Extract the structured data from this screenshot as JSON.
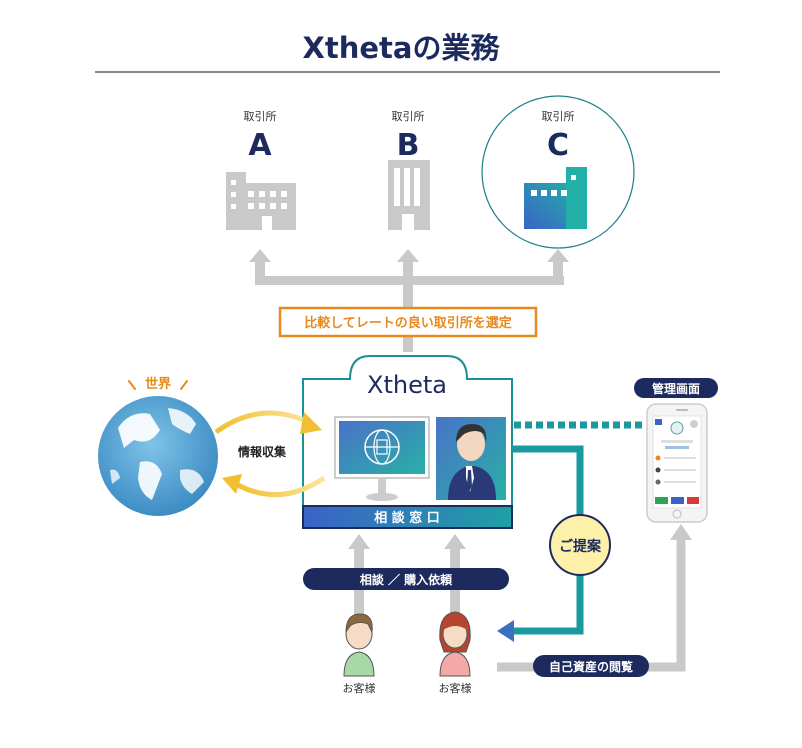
{
  "title": "Xthetaの業務",
  "exchanges": [
    {
      "caption": "取引所",
      "letter": "A"
    },
    {
      "caption": "取引所",
      "letter": "B"
    },
    {
      "caption": "取引所",
      "letter": "C"
    }
  ],
  "compare_label": "比較してレートの良い取引所を選定",
  "brand_logo": "Xtheta",
  "world_label": "世界",
  "info_label": "情報収集",
  "counter_label": "相 談 窓 口",
  "mgmt_label": "管理画面",
  "proposal_label": "ご提案",
  "consult_label": "相談 ／ 購入依頼",
  "asset_label": "自己資産の閲覧",
  "customers": [
    {
      "caption": "お客様"
    },
    {
      "caption": "お客様"
    }
  ],
  "colors": {
    "navy": "#1c2a5e",
    "orange": "#e8891c",
    "teal": "#1a9a9e",
    "gray": "#c9c9c9",
    "blue": "#3d6fc0",
    "yellow": "#fdf0a8"
  }
}
